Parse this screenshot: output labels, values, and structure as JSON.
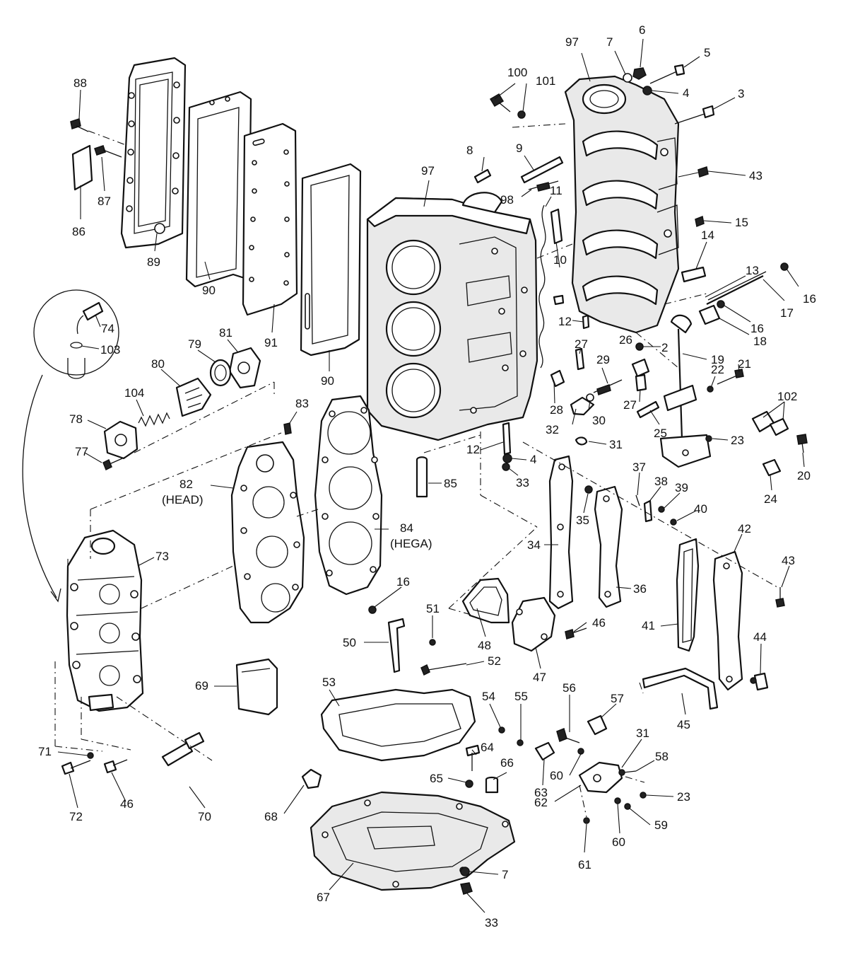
{
  "labels": {
    "l88": "88",
    "l87": "87",
    "l86": "86",
    "l89": "89",
    "l90a": "90",
    "l91": "91",
    "l90b": "90",
    "l100": "100",
    "l101": "101",
    "l97a": "97",
    "l7a": "7",
    "l6": "6",
    "l5": "5",
    "l4a": "4",
    "l3": "3",
    "l97b": "97",
    "l8": "8",
    "l9": "9",
    "l98": "98",
    "l11": "11",
    "l43a": "43",
    "l15": "15",
    "l14": "14",
    "l13": "13",
    "l16a": "16",
    "l10": "10",
    "l17": "17",
    "l16b": "16",
    "l12a": "12",
    "l18": "18",
    "l26": "26",
    "l2": "2",
    "l19": "19",
    "l27a": "27",
    "l29": "29",
    "l21": "21",
    "l22": "22",
    "l28": "28",
    "l27b": "27",
    "l102": "102",
    "l32": "32",
    "l30": "30",
    "l25": "25",
    "l31a": "31",
    "l23a": "23",
    "l20": "20",
    "l12b": "12",
    "l4b": "4",
    "l33a": "33",
    "l85": "85",
    "l24": "24",
    "l37": "37",
    "l38": "38",
    "l39": "39",
    "l40": "40",
    "l35": "35",
    "l42": "42",
    "l43b": "43",
    "l34": "34",
    "l36": "36",
    "l74": "74",
    "l103": "103",
    "l79": "79",
    "l81": "81",
    "l80": "80",
    "l104": "104",
    "l78": "78",
    "l77": "77",
    "l83": "83",
    "l82": "82",
    "l82b": "(HEAD)",
    "l84": "84",
    "l84b": "(HEGA)",
    "l73": "73",
    "l16c": "16",
    "l51": "51",
    "l48": "48",
    "l46a": "46",
    "l41": "41",
    "l44": "44",
    "l50": "50",
    "l47": "47",
    "l52": "52",
    "l69": "69",
    "l53": "53",
    "l56": "56",
    "l57": "57",
    "l45": "45",
    "l54": "54",
    "l55": "55",
    "l31b": "31",
    "l71": "71",
    "l64": "64",
    "l66": "66",
    "l58": "58",
    "l65": "65",
    "l60a": "60",
    "l63": "63",
    "l62": "62",
    "l23b": "23",
    "l72": "72",
    "l46b": "46",
    "l70": "70",
    "l68": "68",
    "l60b": "60",
    "l59": "59",
    "l61": "61",
    "l7b": "7",
    "l67": "67",
    "l33b": "33"
  }
}
